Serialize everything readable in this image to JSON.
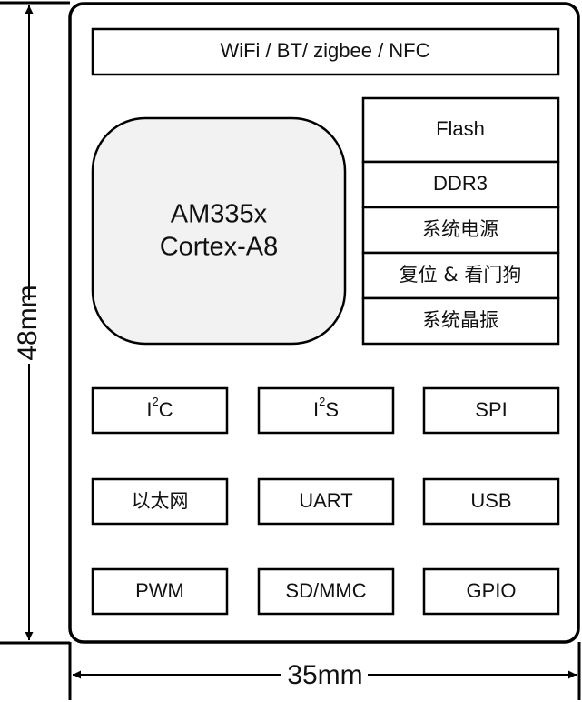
{
  "dimensions": {
    "height_label": "48mm",
    "width_label": "35mm"
  },
  "wireless": "WiFi / BT/ zigbee / NFC",
  "cpu": {
    "line1": "AM335x",
    "line2": "Cortex-A8"
  },
  "side_stack": [
    "Flash",
    "DDR3",
    "系统电源",
    "复位 & 看门狗",
    "系统晶振"
  ],
  "interfaces": {
    "i2c": {
      "base": "I",
      "sup": "2",
      "rest": "C"
    },
    "i2s": {
      "base": "I",
      "sup": "2",
      "rest": "S"
    },
    "spi": "SPI",
    "ethernet": "以太网",
    "uart": "UART",
    "usb": "USB",
    "pwm": "PWM",
    "sdmmc": "SD/MMC",
    "gpio": "GPIO"
  },
  "colors": {
    "cpu_fill": "#f2f2f2",
    "stroke": "#000000"
  }
}
